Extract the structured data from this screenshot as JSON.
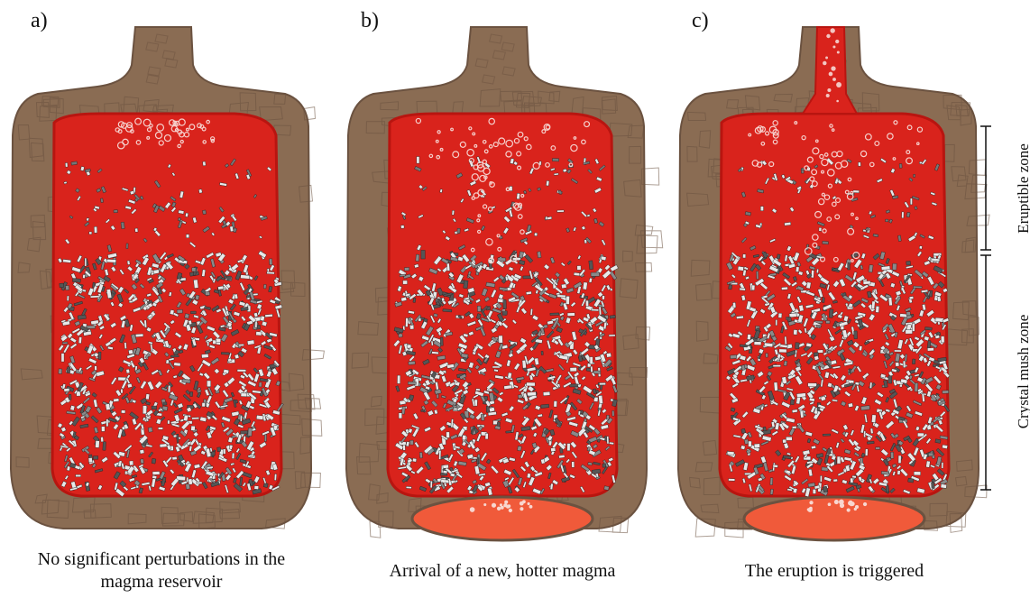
{
  "panels": [
    {
      "label": "a)",
      "caption_line1": "No significant perturbations in the",
      "caption_line2": "magma reservoir"
    },
    {
      "label": "b)",
      "caption_line1": "Arrival of a new, hotter magma",
      "caption_line2": ""
    },
    {
      "label": "c)",
      "caption_line1": "The eruption is triggered",
      "caption_line2": ""
    }
  ],
  "zones": {
    "upper": "Eruptible zone",
    "lower": "Crystal mush zone"
  },
  "colors": {
    "crust": "#8a6c53",
    "crust_dark": "#6b5240",
    "magma": "#d9231c",
    "magma_edge": "#b81510",
    "new_magma": "#f05a3a",
    "crystal_light": "#e8e8e8",
    "crystal_dark": "#555555"
  }
}
